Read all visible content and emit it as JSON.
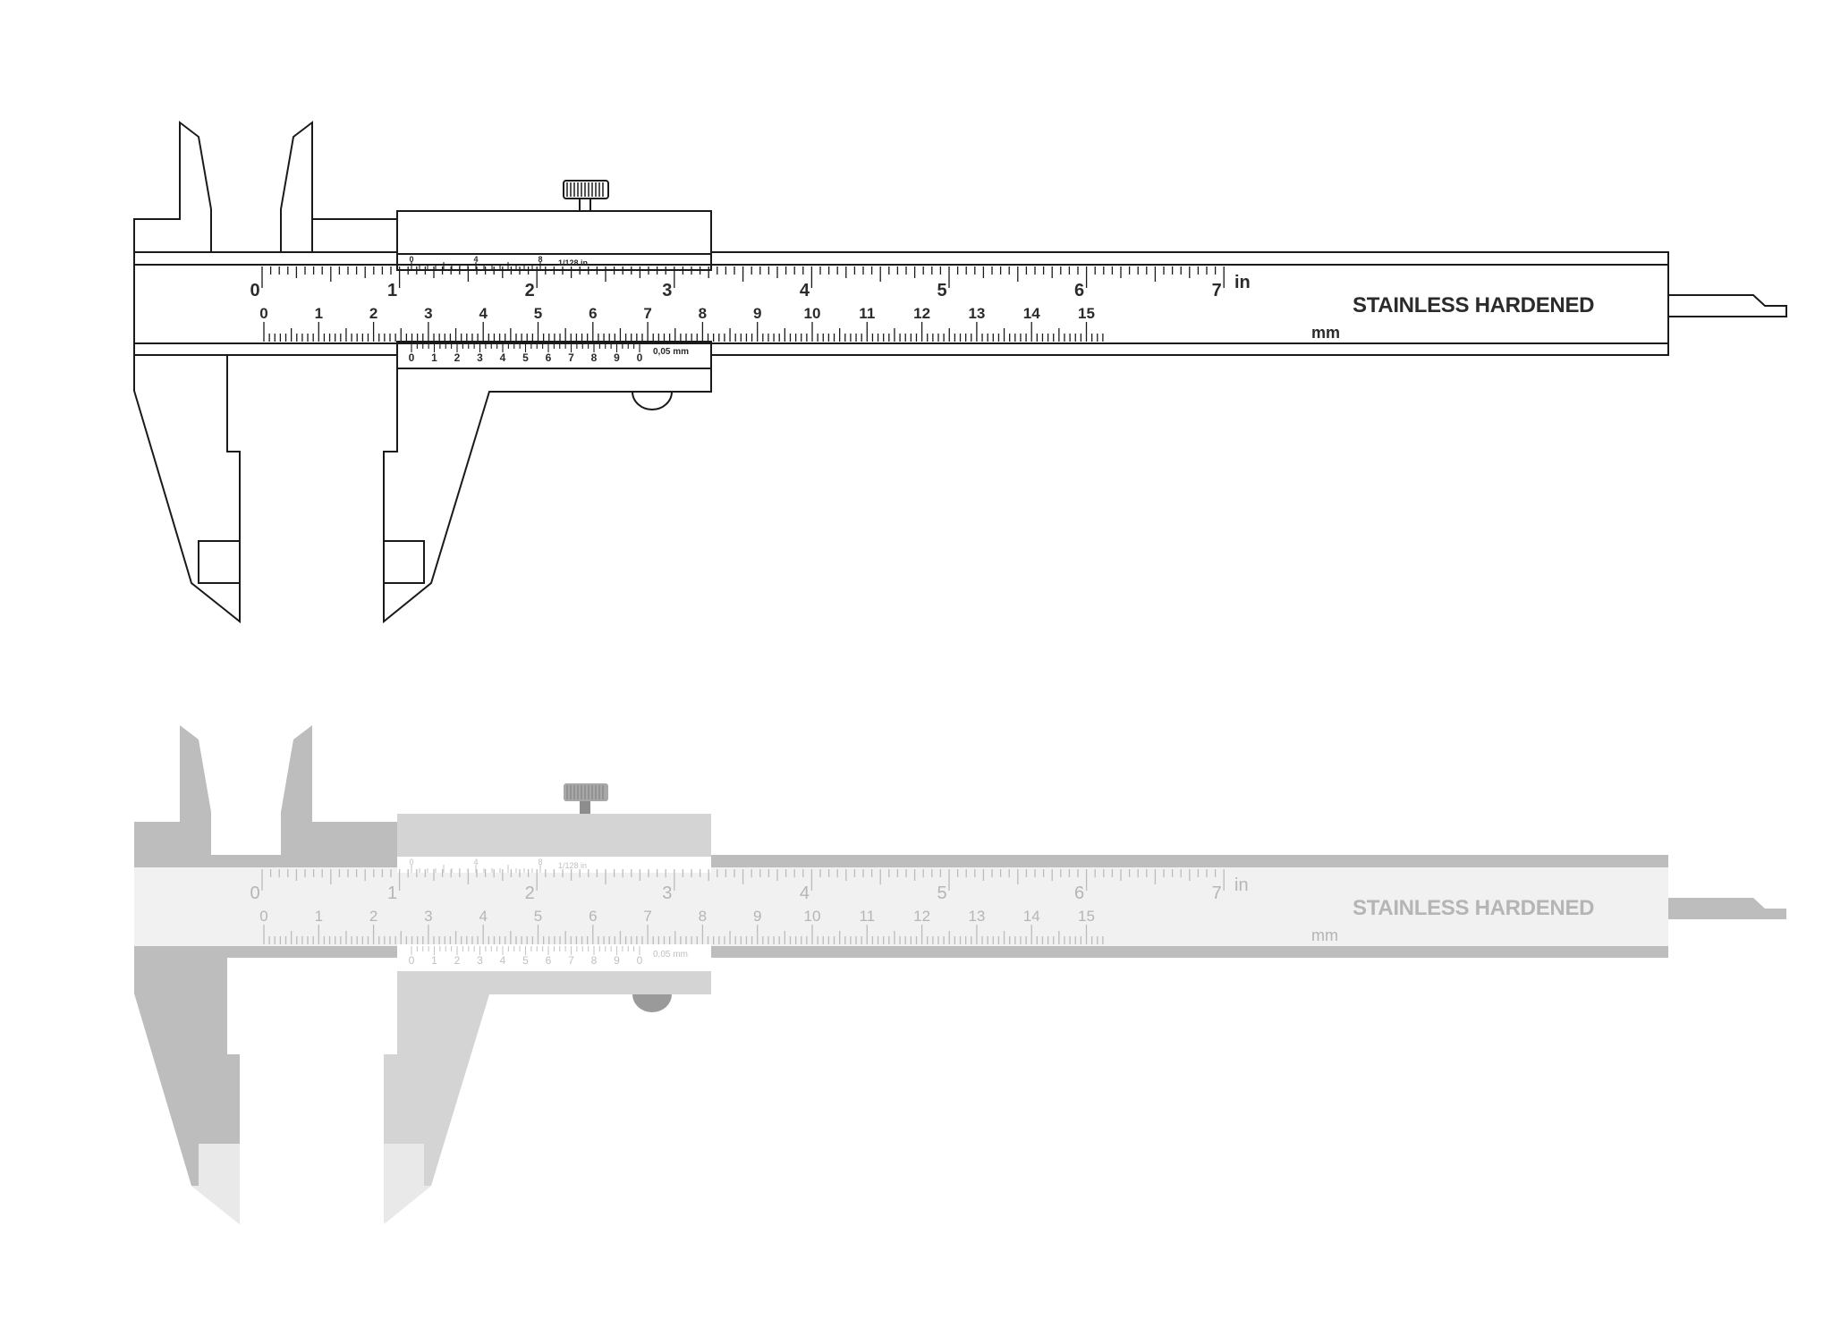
{
  "calipers": [
    {
      "variant": "outline",
      "brand_text": "STAINLESS HARDENED",
      "inch_unit": "in",
      "mm_unit": "mm",
      "vernier_inch_label": "1/128 in",
      "vernier_mm_label": "0,05 mm",
      "inch_labels": [
        "0",
        "1",
        "2",
        "3",
        "4",
        "5",
        "6",
        "7"
      ],
      "mm_labels": [
        "0",
        "1",
        "2",
        "3",
        "4",
        "5",
        "6",
        "7",
        "8",
        "9",
        "10",
        "11",
        "12",
        "13",
        "14",
        "15"
      ],
      "vernier_inch_labels": [
        "0",
        "4",
        "8"
      ],
      "vernier_mm_labels": [
        "0",
        "1",
        "2",
        "3",
        "4",
        "5",
        "6",
        "7",
        "8",
        "9",
        "0"
      ]
    },
    {
      "variant": "filled",
      "brand_text": "STAINLESS HARDENED",
      "inch_unit": "in",
      "mm_unit": "mm",
      "vernier_inch_label": "1/128 in",
      "vernier_mm_label": "0,05 mm",
      "inch_labels": [
        "0",
        "1",
        "2",
        "3",
        "4",
        "5",
        "6",
        "7"
      ],
      "mm_labels": [
        "0",
        "1",
        "2",
        "3",
        "4",
        "5",
        "6",
        "7",
        "8",
        "9",
        "10",
        "11",
        "12",
        "13",
        "14",
        "15"
      ],
      "vernier_inch_labels": [
        "0",
        "4",
        "8"
      ],
      "vernier_mm_labels": [
        "0",
        "1",
        "2",
        "3",
        "4",
        "5",
        "6",
        "7",
        "8",
        "9",
        "0"
      ]
    }
  ],
  "colors": {
    "outline_stroke": "#1a1a1a",
    "label_dark": "#2b2b2b",
    "jaw_gray": "#bdbdbd",
    "slider_gray": "#d4d4d4",
    "scale_light": "#f1f1f1",
    "tip_light": "#e9e9e9",
    "label_light": "#b5b5b5"
  }
}
